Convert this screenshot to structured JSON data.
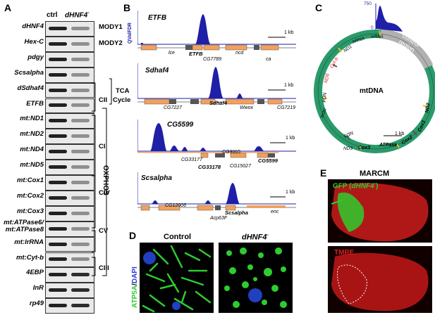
{
  "panel_labels": {
    "a": "A",
    "b": "B",
    "c": "C",
    "d": "D",
    "e": "E"
  },
  "panelA": {
    "col_ctrl": "ctrl",
    "col_mut": "dHNF4",
    "col_mut_sup": "-",
    "genes": [
      "dHNF4",
      "Hex-C",
      "pdgy",
      "Scsalpha",
      "dSdhaf4",
      "ETFB",
      "mt:ND1",
      "mt:ND2",
      "mt:ND4",
      "mt:ND5",
      "mt:Cox1",
      "mt:Cox2",
      "mt:Cox3",
      "mt:ATPase6/\nmt:ATPase8",
      "mt:lrRNA",
      "mt:Cyt-b",
      "4EBP",
      "InR",
      "rp49"
    ],
    "groups": {
      "mody1": "MODY1",
      "mody2": "MODY2",
      "tca1": "TCA",
      "tca2": "Cycle",
      "cii": "CII",
      "ci": "CI",
      "civ": "CIV",
      "cv": "CV",
      "ciii": "CIII",
      "oxphos": "OXPHOS"
    }
  },
  "panelB": {
    "axis_label": "QValFDR",
    "scale": "1 kb",
    "tracks": [
      {
        "title": "ETFB",
        "genes": [
          "lce",
          "ETFB",
          "CG7789",
          "ncd",
          "ca"
        ]
      },
      {
        "title": "Sdhaf4",
        "genes": [
          "CG7227",
          "Sdhaf4",
          "Wwox",
          "CG7219"
        ]
      },
      {
        "title": "CG5599",
        "genes": [
          "CG33177",
          "CG33178",
          "CG9065",
          "CG15027",
          "CG5599"
        ]
      },
      {
        "title": "Scsalpha",
        "genes": [
          "CG12006",
          "Acp63F",
          "Scsalpha",
          "enc"
        ]
      }
    ]
  },
  "panelC": {
    "center": "mtDNA",
    "ymax": "750",
    "yzero": "0",
    "control_region": "control region",
    "scale": "1 kb",
    "genes": [
      "srRNA",
      "lrRNA",
      "ND1",
      "Cyt-b",
      "ND6",
      "ND4",
      "ND4L",
      "ND5",
      "ND3",
      "Cox3",
      "ATPase",
      "Cox2",
      "Cox1",
      "ND2"
    ]
  },
  "panelD": {
    "control": "Control",
    "mut": "dHNF4",
    "mut_sup": "-",
    "stain1": "ATP5A",
    "slash": "/",
    "stain2": "DAPI"
  },
  "panelE": {
    "title": "MARCM",
    "gfp": "GFP (",
    "gfp_gene": "dHNF4",
    "gfp_sup": "-",
    "gfp_close": ")",
    "tmre": "TMRE"
  },
  "colors": {
    "peak": "#1f1fa8",
    "exon": "#f2a15c",
    "mtring": "#2a9a6a",
    "control": "#b0b0b0",
    "gfp": "#2ecc2e",
    "tmre": "#e02020"
  }
}
